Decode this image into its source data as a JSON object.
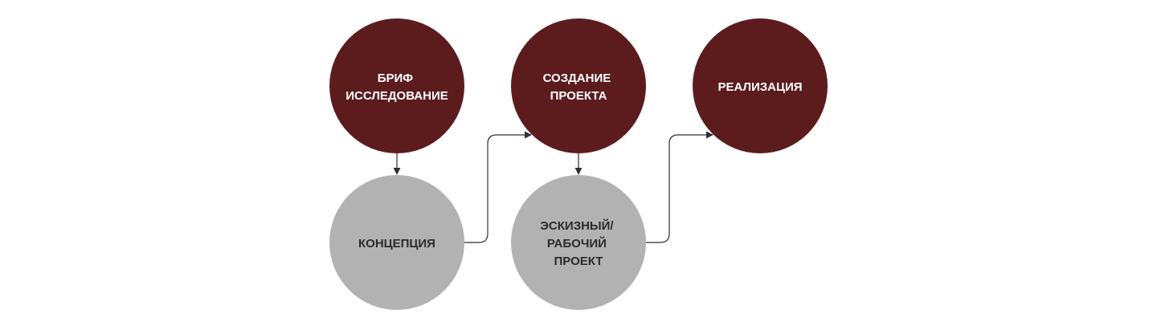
{
  "colors": {
    "primary_node": "#5c1c1d",
    "secondary_node": "#b2b2b2",
    "primary_text": "#ffffff",
    "secondary_text": "#2b2b2b",
    "connector": "#2e2e2e"
  },
  "nodes": {
    "brief": {
      "lines": [
        "БРИФ",
        "ИССЛЕДОВАНИЕ"
      ]
    },
    "concept": {
      "lines": [
        "КОНЦЕПЦИЯ"
      ]
    },
    "project": {
      "lines": [
        "СОЗДАНИЕ",
        "ПРОЕКТА"
      ]
    },
    "sketch": {
      "lines": [
        "ЭСКИЗНЫЙ/",
        "РАБОЧИЙ",
        "ПРОЕКТ"
      ]
    },
    "implementation": {
      "lines": [
        "РЕАЛИЗАЦИЯ"
      ]
    }
  }
}
